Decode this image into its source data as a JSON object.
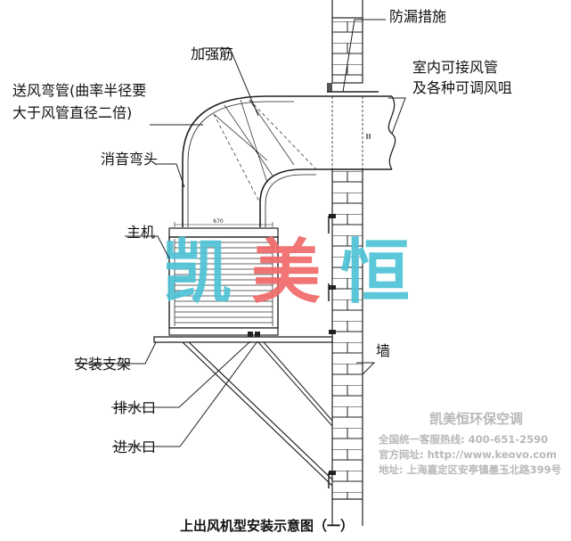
{
  "labels": {
    "leak_prevention": "防漏措施",
    "reinforcing_rib": "加强筋",
    "indoor_duct_line1": "室内可接风管",
    "indoor_duct_line2": "及各种可调风咀",
    "elbow_line1": "送风弯管(曲率半径要",
    "elbow_line2": "大于风管直径二倍)",
    "silencer_elbow": "消音弯头",
    "main_unit": "主机",
    "bracket": "安装支架",
    "wall": "墙",
    "drain": "排水口",
    "inlet": "进水口"
  },
  "dimension": "670",
  "watermark": {
    "chars": [
      "凯",
      "美",
      "恒"
    ],
    "colors": [
      "#4ec3d6",
      "#f06a6a",
      "#4ec3d6"
    ]
  },
  "company": {
    "name": "凯美恒环保空调",
    "hotline": "全国统一客服热线: 400-651-2590",
    "website": "官方网址: http://www.keovo.com",
    "address": "地址: 上海嘉定区安亭镇墨玉北路399号"
  },
  "caption": "上出风机型安装示意图（一）"
}
